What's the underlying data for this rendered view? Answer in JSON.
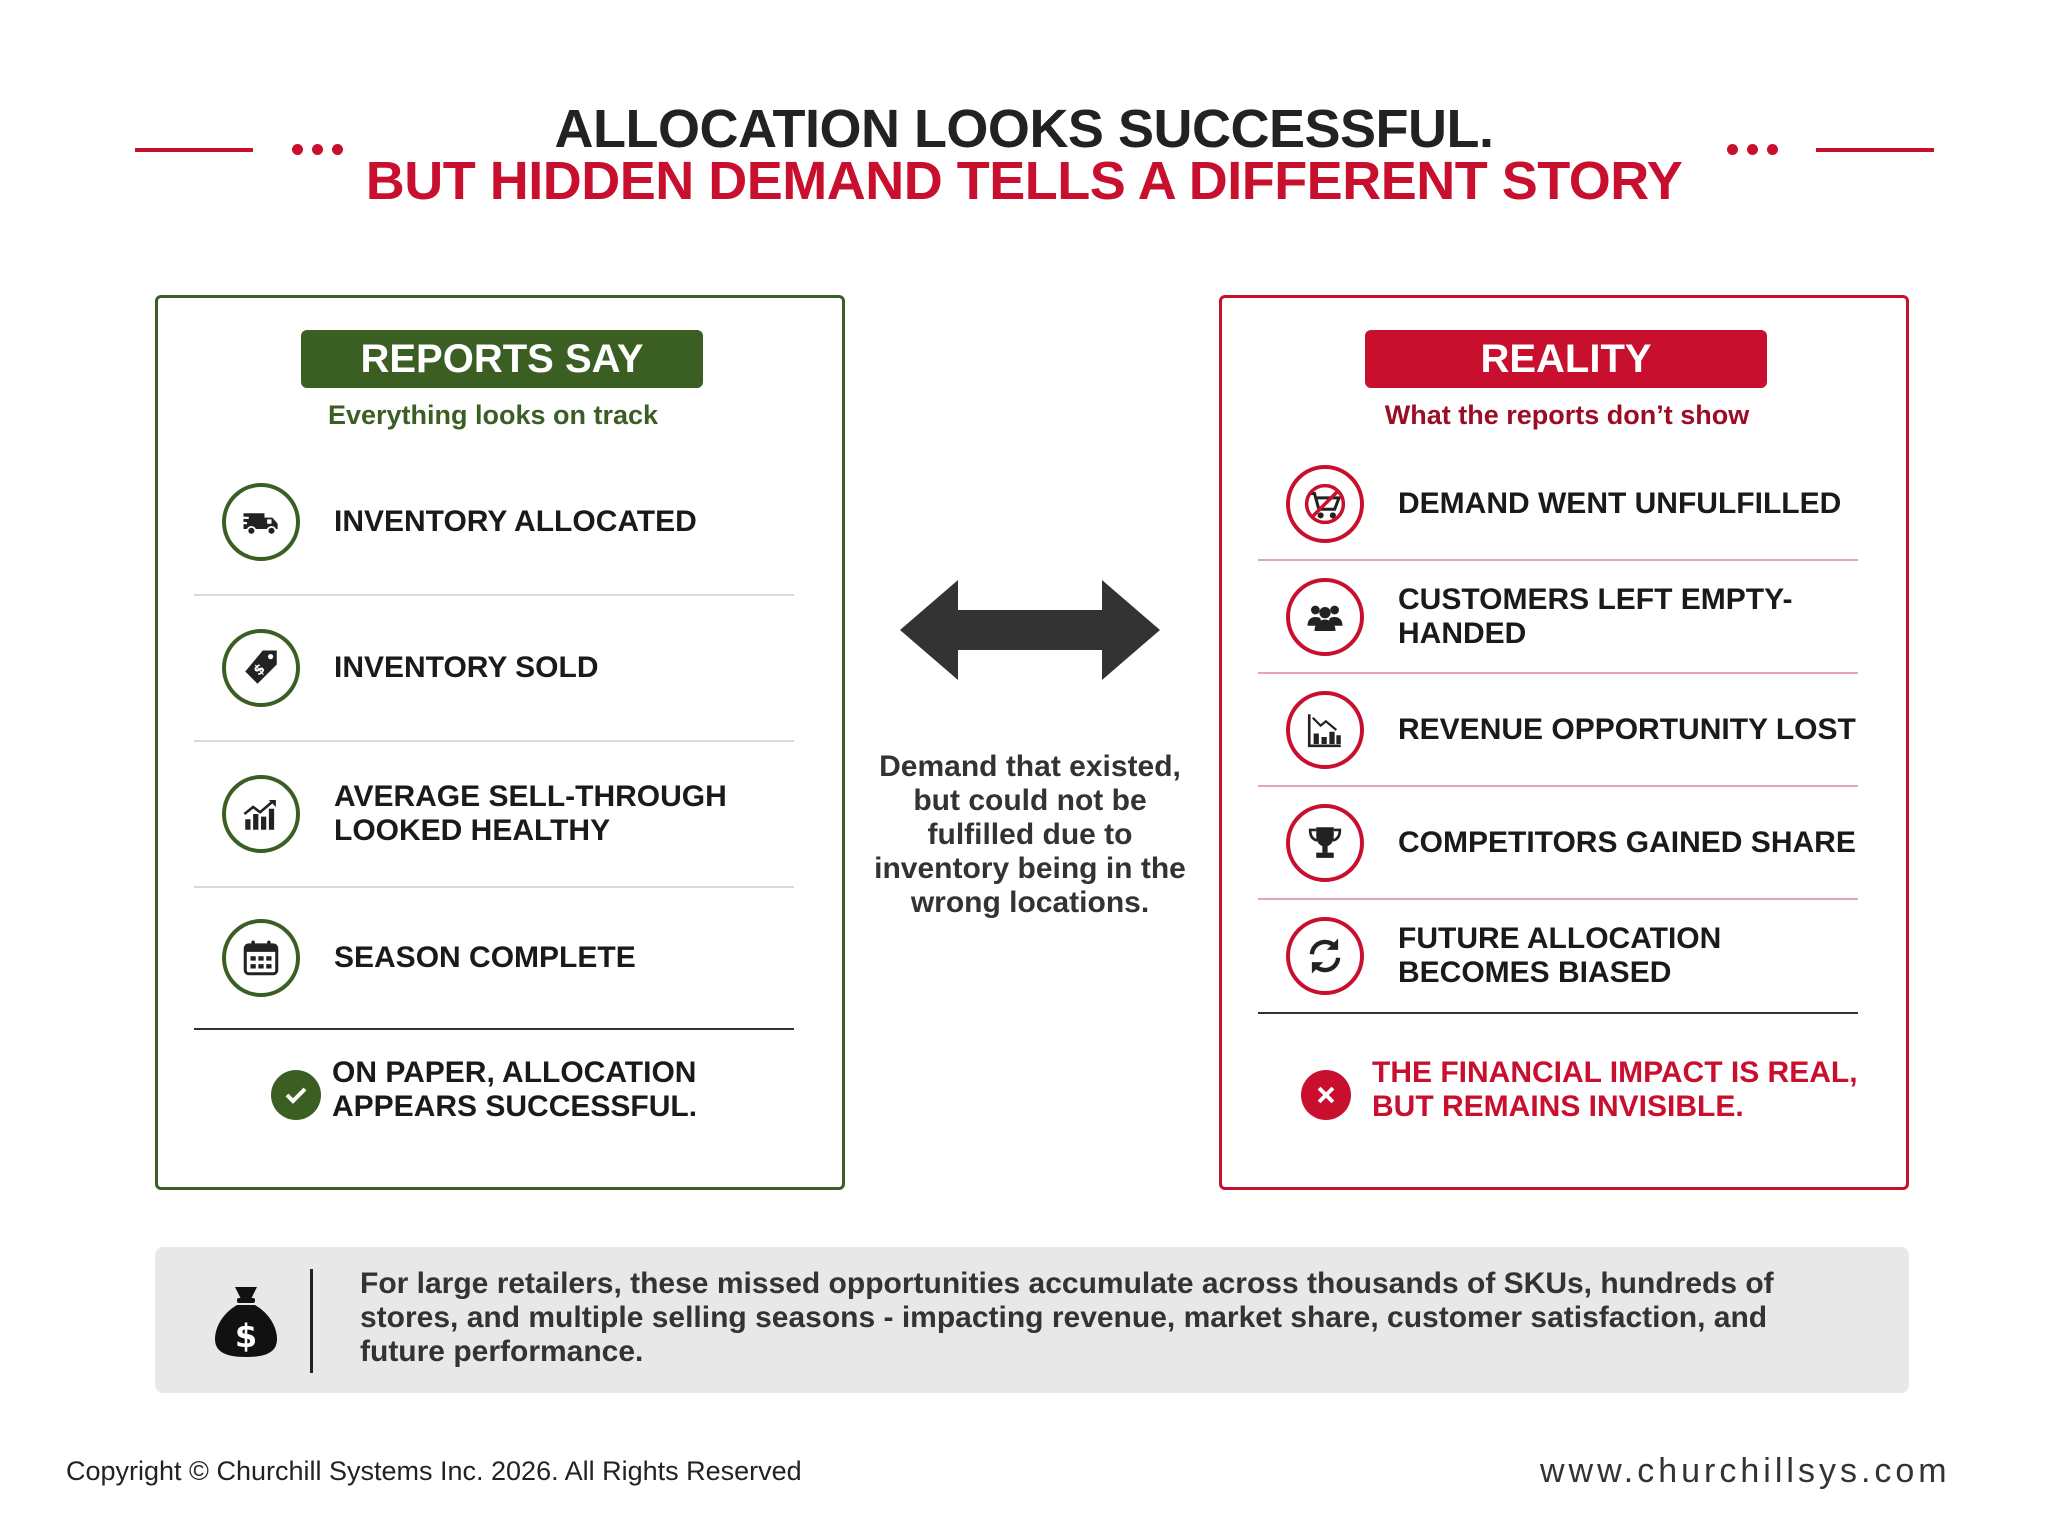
{
  "header": {
    "line1": "ALLOCATION LOOKS SUCCESSFUL.",
    "line2": "BUT HIDDEN DEMAND TELLS A DIFFERENT STORY"
  },
  "colors": {
    "green": "#3b5e23",
    "red": "#c8102e",
    "dark": "#222222",
    "banner_bg": "#e8e8e8"
  },
  "left_panel": {
    "badge": "REPORTS SAY",
    "subtitle": "Everything looks on track",
    "items": [
      {
        "label": "INVENTORY ALLOCATED",
        "icon": "delivery-truck-icon"
      },
      {
        "label": "INVENTORY SOLD",
        "icon": "price-tag-icon"
      },
      {
        "label": "AVERAGE SELL-THROUGH LOOKED HEALTHY",
        "icon": "growth-chart-icon"
      },
      {
        "label": "SEASON COMPLETE",
        "icon": "calendar-icon"
      }
    ],
    "footer": "ON PAPER, ALLOCATION APPEARS SUCCESSFUL.",
    "footer_icon": "check-icon"
  },
  "right_panel": {
    "badge": "REALITY",
    "subtitle": "What the reports don’t show",
    "items": [
      {
        "label": "DEMAND WENT UNFULFILLED",
        "icon": "no-cart-icon"
      },
      {
        "label": "CUSTOMERS LEFT EMPTY-HANDED",
        "icon": "people-icon"
      },
      {
        "label": "REVENUE OPPORTUNITY LOST",
        "icon": "declining-chart-icon"
      },
      {
        "label": "COMPETITORS GAINED SHARE",
        "icon": "trophy-icon"
      },
      {
        "label": "FUTURE ALLOCATION BECOMES BIASED",
        "icon": "refresh-icon"
      }
    ],
    "footer": "THE FINANCIAL IMPACT IS REAL, BUT REMAINS INVISIBLE.",
    "footer_icon": "x-icon"
  },
  "center": {
    "arrow_icon": "double-arrow-icon",
    "text": "Demand that existed, but could not be fulfilled due to inventory being in the wrong locations."
  },
  "banner": {
    "icon": "money-bag-icon",
    "text": "For large retailers, these missed opportunities accumulate across thousands of SKUs, hundreds of stores, and multiple selling seasons - impacting revenue, market share, customer satisfaction, and future performance."
  },
  "footer": {
    "copyright": "Copyright © Churchill Systems Inc. 2026. All Rights Reserved",
    "website": "www.churchillsys.com"
  }
}
